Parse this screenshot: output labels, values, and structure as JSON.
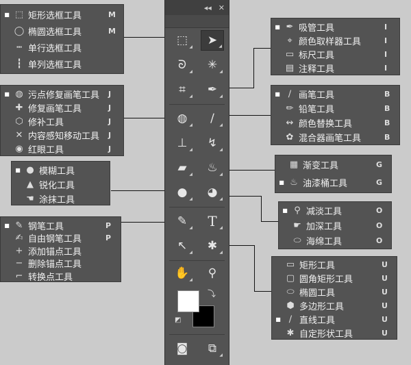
{
  "toolbar": {
    "collapse_icon": "collapse-icon",
    "close_icon": "close-icon",
    "text_tool_glyph": "T",
    "foreground_color": "#ffffff",
    "background_color": "#000000"
  },
  "groups": {
    "marquee": [
      {
        "label": "矩形选框工具",
        "key": "M",
        "icon": "rect-marquee-icon",
        "selected": true
      },
      {
        "label": "椭圆选框工具",
        "key": "M",
        "icon": "ellipse-marquee-icon",
        "selected": false
      },
      {
        "label": "单行选框工具",
        "key": "",
        "icon": "row-marquee-icon",
        "selected": false
      },
      {
        "label": "单列选框工具",
        "key": "",
        "icon": "column-marquee-icon",
        "selected": false
      }
    ],
    "eyedropper": [
      {
        "label": "吸管工具",
        "key": "I",
        "icon": "eyedropper-icon",
        "selected": true
      },
      {
        "label": "颜色取样器工具",
        "key": "I",
        "icon": "color-sampler-icon",
        "selected": false
      },
      {
        "label": "标尺工具",
        "key": "I",
        "icon": "ruler-icon",
        "selected": false
      },
      {
        "label": "注释工具",
        "key": "I",
        "icon": "note-icon",
        "selected": false
      }
    ],
    "healing": [
      {
        "label": "污点修复画笔工具",
        "key": "J",
        "icon": "spot-healing-icon",
        "selected": true
      },
      {
        "label": "修复画笔工具",
        "key": "J",
        "icon": "healing-brush-icon",
        "selected": false
      },
      {
        "label": "修补工具",
        "key": "J",
        "icon": "patch-icon",
        "selected": false
      },
      {
        "label": "内容感知移动工具",
        "key": "J",
        "icon": "content-aware-move-icon",
        "selected": false
      },
      {
        "label": "红眼工具",
        "key": "J",
        "icon": "red-eye-icon",
        "selected": false
      }
    ],
    "brush": [
      {
        "label": "画笔工具",
        "key": "B",
        "icon": "brush-icon",
        "selected": true
      },
      {
        "label": "铅笔工具",
        "key": "B",
        "icon": "pencil-icon",
        "selected": false
      },
      {
        "label": "颜色替换工具",
        "key": "B",
        "icon": "color-replace-icon",
        "selected": false
      },
      {
        "label": "混合器画笔工具",
        "key": "B",
        "icon": "mixer-brush-icon",
        "selected": false
      }
    ],
    "gradient": [
      {
        "label": "渐变工具",
        "key": "G",
        "icon": "gradient-icon",
        "selected": false
      },
      {
        "label": "油漆桶工具",
        "key": "G",
        "icon": "paint-bucket-icon",
        "selected": true
      }
    ],
    "blur": [
      {
        "label": "模糊工具",
        "key": "",
        "icon": "blur-icon",
        "selected": true
      },
      {
        "label": "锐化工具",
        "key": "",
        "icon": "sharpen-icon",
        "selected": false
      },
      {
        "label": "涂抹工具",
        "key": "",
        "icon": "smudge-icon",
        "selected": false
      }
    ],
    "dodge": [
      {
        "label": "减淡工具",
        "key": "O",
        "icon": "dodge-icon",
        "selected": true
      },
      {
        "label": "加深工具",
        "key": "O",
        "icon": "burn-icon",
        "selected": false
      },
      {
        "label": "海绵工具",
        "key": "O",
        "icon": "sponge-icon",
        "selected": false
      }
    ],
    "pen": [
      {
        "label": "钢笔工具",
        "key": "P",
        "icon": "pen-icon",
        "selected": true
      },
      {
        "label": "自由钢笔工具",
        "key": "P",
        "icon": "freeform-pen-icon",
        "selected": false
      },
      {
        "label": "添加锚点工具",
        "key": "",
        "icon": "add-anchor-icon",
        "selected": false
      },
      {
        "label": "删除锚点工具",
        "key": "",
        "icon": "delete-anchor-icon",
        "selected": false
      },
      {
        "label": "转换点工具",
        "key": "",
        "icon": "convert-point-icon",
        "selected": false
      }
    ],
    "shape": [
      {
        "label": "矩形工具",
        "key": "U",
        "icon": "rectangle-icon",
        "selected": false
      },
      {
        "label": "圆角矩形工具",
        "key": "U",
        "icon": "rounded-rect-icon",
        "selected": false
      },
      {
        "label": "椭圆工具",
        "key": "U",
        "icon": "ellipse-icon",
        "selected": false
      },
      {
        "label": "多边形工具",
        "key": "U",
        "icon": "polygon-icon",
        "selected": false
      },
      {
        "label": "直线工具",
        "key": "U",
        "icon": "line-icon",
        "selected": true
      },
      {
        "label": "自定形状工具",
        "key": "U",
        "icon": "custom-shape-icon",
        "selected": false
      }
    ]
  }
}
